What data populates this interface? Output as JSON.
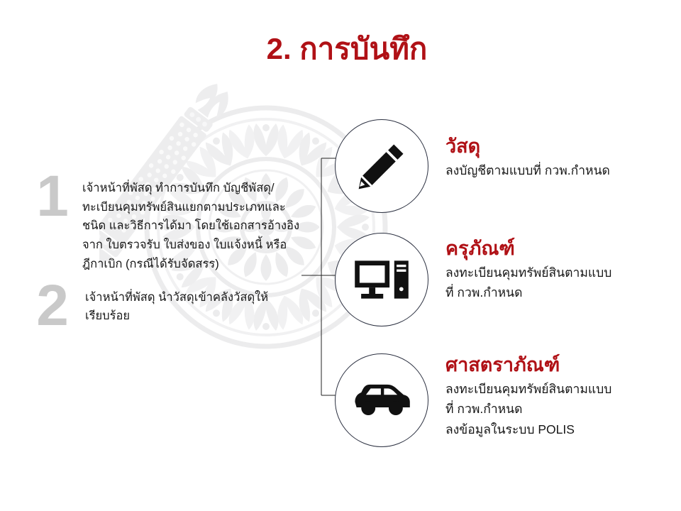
{
  "slide": {
    "title": "2. การบันทึก",
    "accent_color": "#B01116",
    "text_color": "#171717",
    "number_color": "#c9c9c9",
    "background_color": "#ffffff",
    "watermark_color": "#ececed",
    "circle_border_color": "#2b3040",
    "connector_color": "#222222"
  },
  "steps": [
    {
      "number": "1",
      "text": "เจ้าหน้าที่พัสดุ ทำการบันทึก บัญชีพัสดุ/ทะเบียนคุมทรัพย์สินแยกตามประเภทและชนิด และวิธีการได้มา โดยใช้เอกสารอ้างอิงจาก ใบตรวจรับ ใบส่งของ ใบแจ้งหนี้ หรือฎีกาเบิก (กรณีได้รับจัดสรร)"
    },
    {
      "number": "2",
      "text": "เจ้าหน้าที่พัสดุ นำวัสดุเข้าคลังวัสดุให้เรียบร้อย"
    }
  ],
  "categories": [
    {
      "icon": "pencil-icon",
      "heading": "วัสดุ",
      "lines": [
        "ลงบัญชีตามแบบที่ กวพ.กำหนด"
      ]
    },
    {
      "icon": "desktop-computer-icon",
      "heading": "ครุภัณฑ์",
      "lines": [
        "ลงทะเบียนคุมทรัพย์สินตามแบบ",
        "ที่ กวพ.กำหนด"
      ]
    },
    {
      "icon": "car-icon",
      "heading": "ศาสตราภัณฑ์",
      "lines": [
        "ลงทะเบียนคุมทรัพย์สินตามแบบ",
        "ที่ กวพ.กำหนด",
        "ลงข้อมูลในระบบ POLIS"
      ]
    }
  ]
}
